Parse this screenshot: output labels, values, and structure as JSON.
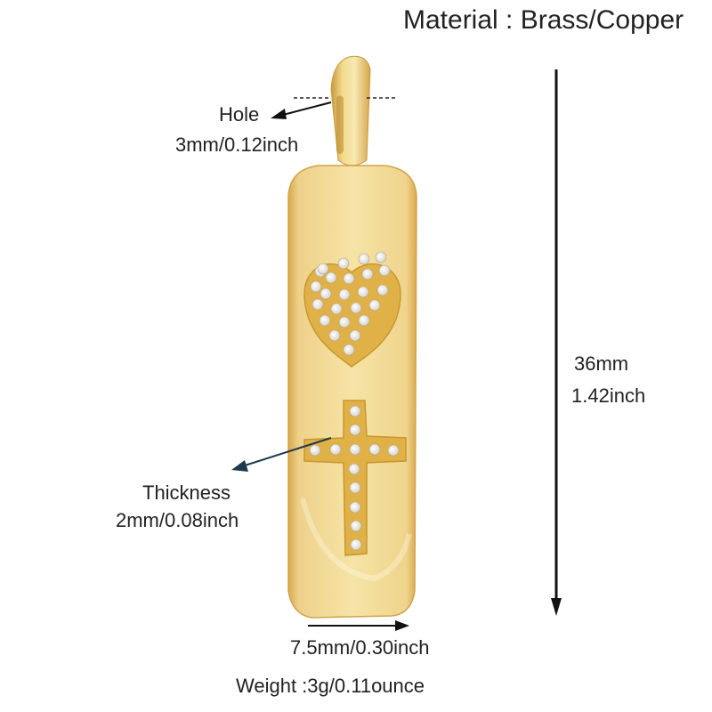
{
  "material": {
    "label": "Material : Brass/Copper"
  },
  "hole": {
    "label": "Hole",
    "size": "3mm/0.12inch"
  },
  "length": {
    "mm": "36mm",
    "inch": "1.42inch"
  },
  "thickness": {
    "label": "Thickness",
    "size": "2mm/0.08inch"
  },
  "width": {
    "size": "7.5mm/0.30inch"
  },
  "weight": {
    "label": "Weight :3g/0.11ounce"
  },
  "product": {
    "type": "bar pendant",
    "motifs": [
      "heart",
      "cross"
    ],
    "finish_color": "#f0d98a",
    "stone_color": "#f2f2f2"
  }
}
